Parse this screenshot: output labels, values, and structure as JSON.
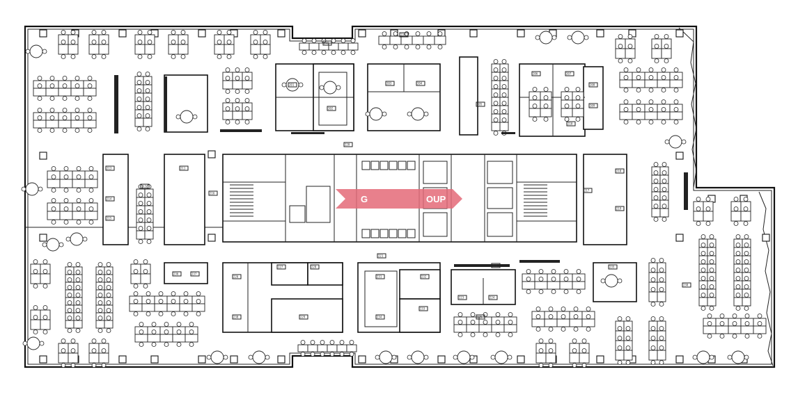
{
  "watermark": {
    "prefix": "G",
    "suffix": "OUP",
    "color": "#e46a78"
  },
  "colors": {
    "line": "#111111",
    "background": "#ffffff"
  },
  "room_labels": [
    "201",
    "202",
    "203",
    "204",
    "205",
    "206",
    "207",
    "208",
    "209",
    "210",
    "211",
    "212",
    "213",
    "214",
    "215",
    "216",
    "217",
    "218",
    "219",
    "220",
    "221",
    "222",
    "223",
    "224",
    "225",
    "226",
    "227",
    "228",
    "229",
    "230",
    "231",
    "232",
    "233",
    "234",
    "235",
    "236",
    "237",
    "238",
    "239",
    "240"
  ]
}
